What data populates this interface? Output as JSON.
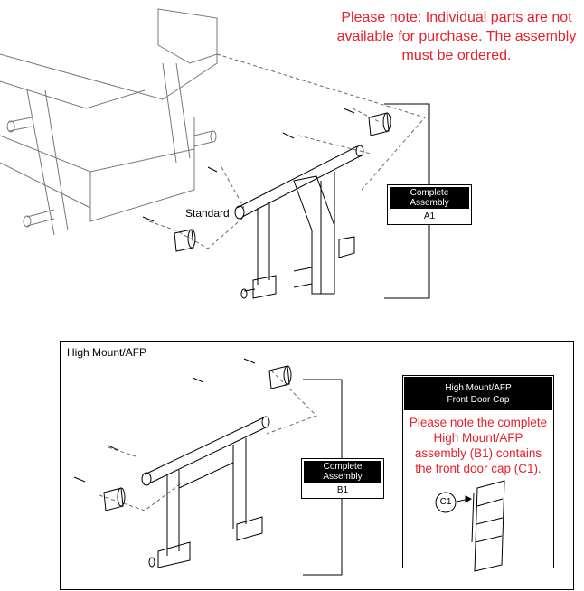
{
  "notice": "Please note: Individual parts are not available for purchase. The assembly must be ordered.",
  "standard": {
    "label": "Standard",
    "assembly_heading": "Complete Assembly",
    "assembly_id": "A1"
  },
  "high_mount": {
    "panel_title": "High Mount/AFP",
    "assembly_heading": "Complete Assembly",
    "assembly_id": "B1",
    "cap_box": {
      "heading_line1": "High Mount/AFP",
      "heading_line2": "Front Door Cap",
      "note": "Please note the complete High Mount/AFP assembly (B1) contains the front door cap (C1).",
      "callout": "C1"
    }
  },
  "colors": {
    "note_red": "#e8202a",
    "line": "#000000"
  }
}
